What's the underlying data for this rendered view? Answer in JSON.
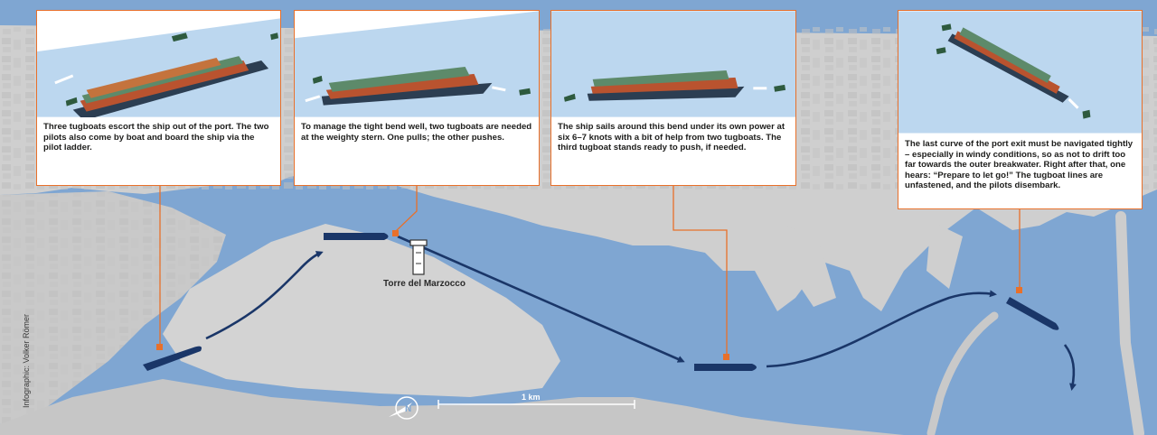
{
  "panels": [
    {
      "caption": "Three tugboats escort the ship out of the port. The two pilots also come by boat and board the ship via the pilot ladder."
    },
    {
      "caption": "To manage the tight bend well, two tugboats are needed at the weighty stern. One pulls; the other pushes."
    },
    {
      "caption": "The ship sails around this bend under its own power at six 6–7 knots with a bit of help from two tugboats. The third tugboat stands ready to push, if needed."
    },
    {
      "caption": "The last curve of the port exit must be navigated tightly – especially in windy conditions, so as not to drift too far towards the outer breakwater. Right after that, one hears: “Prepare to let go!” The tugboat lines are unfastened, and the pilots disembark."
    }
  ],
  "map": {
    "landmark_label": "Torre del Marzocco",
    "scale_label": "1 km",
    "compass_letter": "N"
  },
  "credit": "Infographic: Volker Römer",
  "colors": {
    "sea": "#7fa6d2",
    "land": "#cfcfcf",
    "route": "#1a3668",
    "leader": "#e8702a",
    "panel_water": "#bcd7ef"
  }
}
